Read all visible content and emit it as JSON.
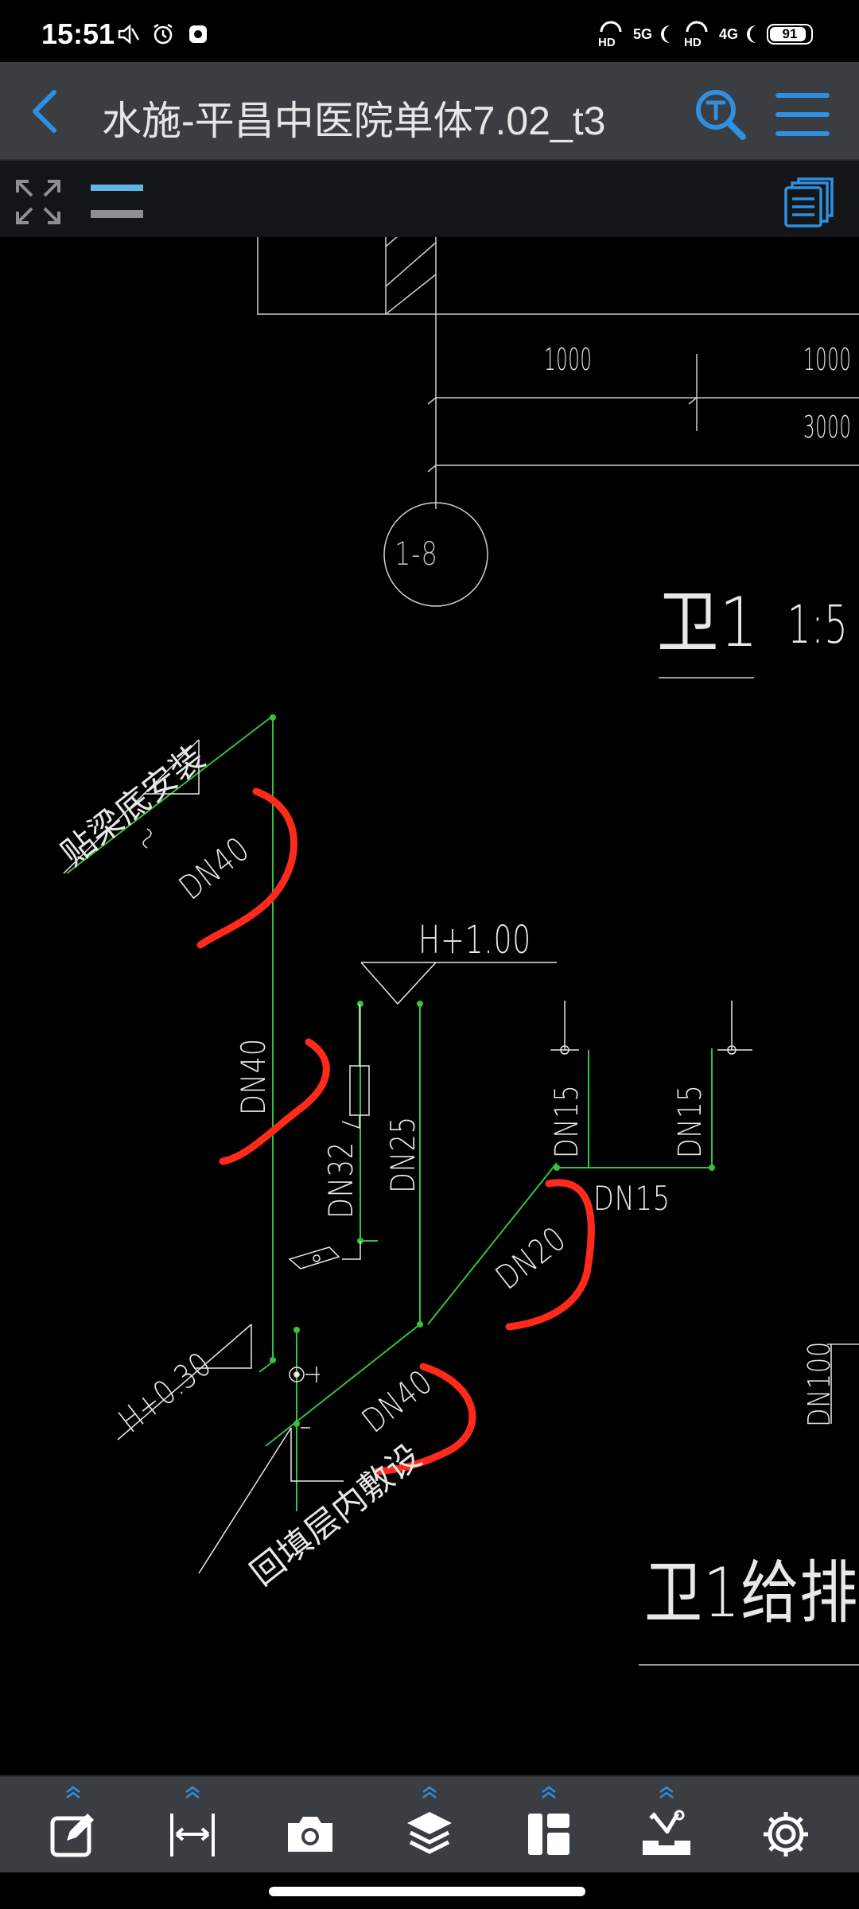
{
  "status_bar": {
    "time": "15:51",
    "network_1": "5G",
    "network_2": "4G",
    "battery": "91",
    "battery_level": 0.91,
    "icons": [
      "mute-icon",
      "alarm-icon",
      "app-notification-icon",
      "hd-icon",
      "signal-icon",
      "moon-icon",
      "battery-icon"
    ]
  },
  "app_bar": {
    "title": "水施-平昌中医院单体7.02_t3",
    "icons": [
      "back-arrow-icon",
      "text-search-icon",
      "hamburger-menu-icon"
    ]
  },
  "view_toolbar": {
    "icons": [
      "fit-screen-icon",
      "layer-toggle-icon",
      "layout-list-icon"
    ]
  },
  "drawing": {
    "dim_1000_a": "1000",
    "dim_1000_b": "1000",
    "dim_3000": "3000",
    "detail_ref": "1-8",
    "title_partial": "卫1",
    "scale_partial": "1:5",
    "note_beam": "贴梁底安装",
    "note_fill": "回填层内敷设",
    "pipe_dn40_top": "DN40",
    "pipe_dn40_vertical": "DN40",
    "pipe_dn40_bottom": "DN40",
    "pipe_dn32": "DN32",
    "pipe_dn25": "DN25",
    "pipe_dn20": "DN20",
    "pipe_dn15_a": "DN15",
    "pipe_dn15_b": "DN15",
    "pipe_dn15_c": "DN15",
    "pipe_dn100": "DN100",
    "elev_top": "H+1.00",
    "elev_bottom": "H+0.30",
    "bottom_title_partial": "卫1给排",
    "colors": {
      "pipe": "#36c23a",
      "annotation": "#e8e8e8",
      "markup": "#ff2a1a",
      "background": "#000000"
    }
  },
  "bottom_toolbar": {
    "buttons": [
      {
        "icon": "annotate-edit-icon"
      },
      {
        "icon": "measure-distance-icon"
      },
      {
        "icon": "camera-icon"
      },
      {
        "icon": "layers-icon"
      },
      {
        "icon": "layout-icon"
      },
      {
        "icon": "toolbox-icon"
      },
      {
        "icon": "settings-gear-icon"
      }
    ]
  }
}
